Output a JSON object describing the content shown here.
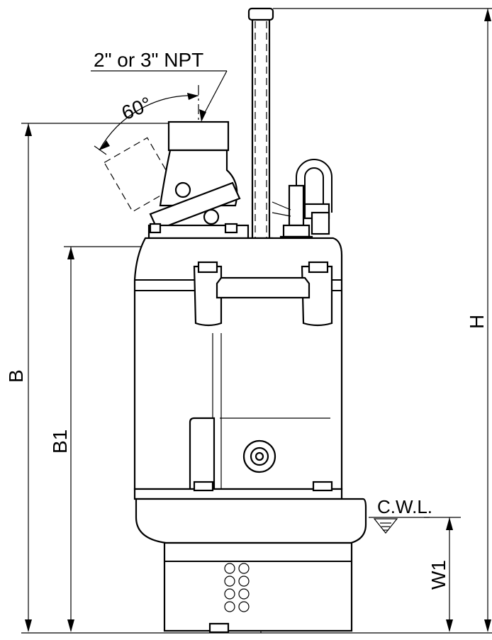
{
  "drawing": {
    "labels": {
      "discharge_size": "2\" or 3\" NPT",
      "angle": "60°",
      "height_overall": "H",
      "height_discharge": "B",
      "height_body": "B1",
      "water_level": "C.W.L.",
      "water_level_height": "W1"
    },
    "colors": {
      "line": "#000000",
      "background": "#ffffff"
    }
  }
}
